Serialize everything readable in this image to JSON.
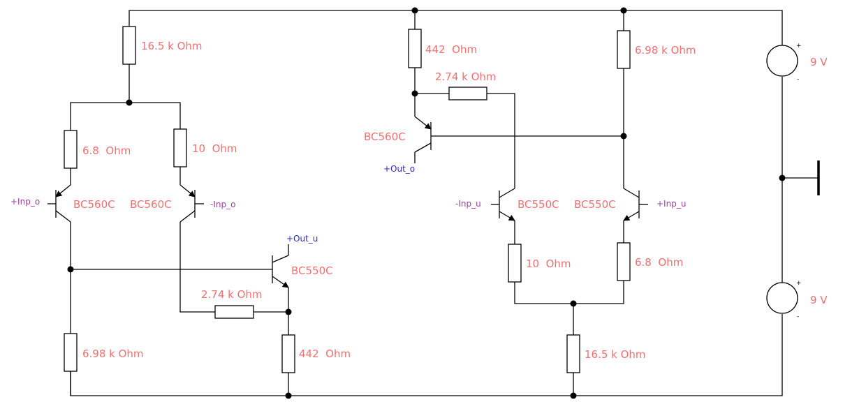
{
  "colors": {
    "component_label": "#f07070",
    "input_label": "#a040a0",
    "output_label": "#2a2ac0",
    "wire": "#000000"
  },
  "resistors": [
    {
      "id": "r1",
      "value": "16.5 k Ohm"
    },
    {
      "id": "r2",
      "value": "6.8  Ohm"
    },
    {
      "id": "r3",
      "value": "10  Ohm"
    },
    {
      "id": "r4",
      "value": "2.74 k Ohm"
    },
    {
      "id": "r5",
      "value": "6.98 k Ohm"
    },
    {
      "id": "r6",
      "value": "442  Ohm"
    },
    {
      "id": "r7",
      "value": "442  Ohm"
    },
    {
      "id": "r8",
      "value": "2.74 k Ohm"
    },
    {
      "id": "r9",
      "value": "6.98 k Ohm"
    },
    {
      "id": "r10",
      "value": "10  Ohm"
    },
    {
      "id": "r11",
      "value": "6.8  Ohm"
    },
    {
      "id": "r12",
      "value": "16.5 k Ohm"
    }
  ],
  "transistors": [
    {
      "id": "q1",
      "model": "BC560C"
    },
    {
      "id": "q2",
      "model": "BC560C"
    },
    {
      "id": "q3",
      "model": "BC550C"
    },
    {
      "id": "q4",
      "model": "BC560C"
    },
    {
      "id": "q5",
      "model": "BC550C"
    },
    {
      "id": "q6",
      "model": "BC550C"
    }
  ],
  "ports": {
    "inp_o_plus": "+Inp_o",
    "inp_o_minus": "-Inp_o",
    "out_u": "+Out_u",
    "out_o": "+Out_o",
    "inp_u_minus": "-Inp_u",
    "inp_u_plus": "+Inp_u"
  },
  "sources": [
    {
      "id": "v1",
      "value": "9 V",
      "plus": "+",
      "minus": "-"
    },
    {
      "id": "v2",
      "value": "9 V",
      "plus": "+",
      "minus": "-"
    }
  ]
}
